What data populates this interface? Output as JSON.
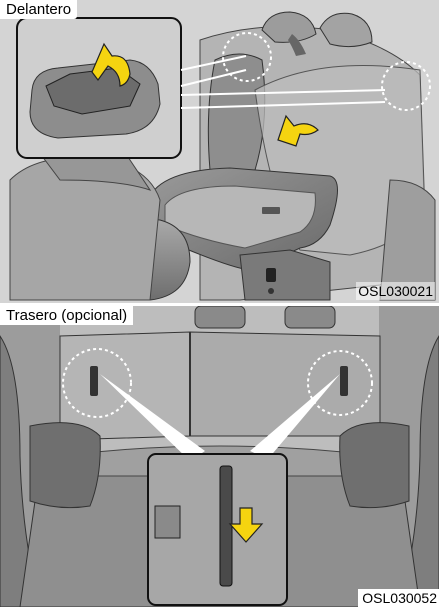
{
  "front": {
    "label": "Delantero",
    "code": "OSL030021",
    "colors": {
      "background": "#d4d4d4",
      "arrow": "#f5d410"
    },
    "icons": [
      "curved-arrow-icon",
      "curved-arrow-icon"
    ]
  },
  "rear": {
    "label": "Trasero (opcional)",
    "code": "OSL030052",
    "colors": {
      "background": "#bdbdbd",
      "arrow": "#f5d410"
    },
    "icons": [
      "down-arrow-icon"
    ]
  }
}
